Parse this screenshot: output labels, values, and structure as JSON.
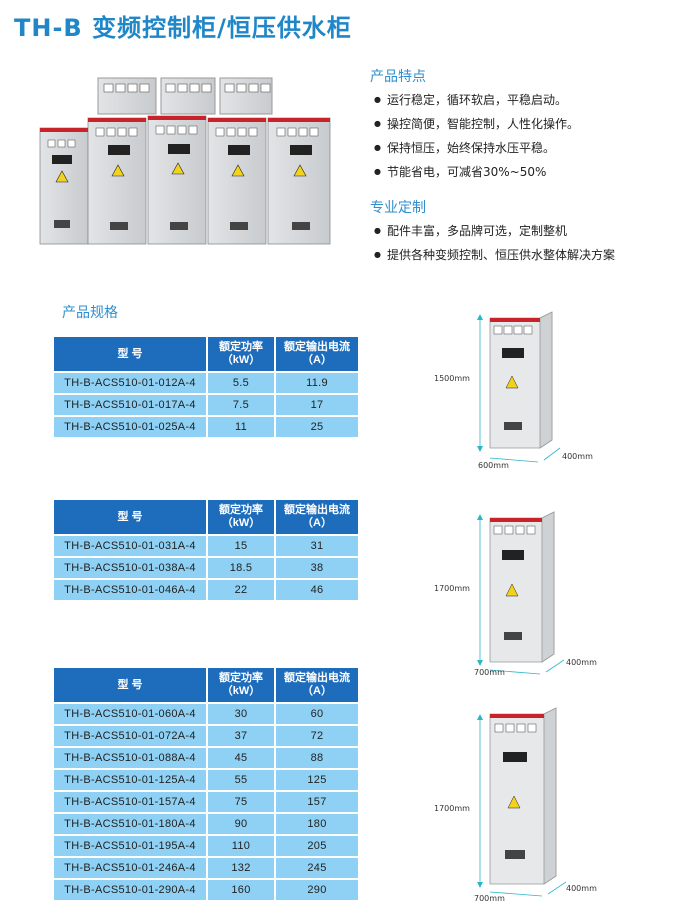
{
  "title": "TH-B  变频控制柜/恒压供水柜",
  "features": {
    "heading": "产品特点",
    "items": [
      "运行稳定，循环软启，平稳启动。",
      "操控简便，智能控制，人性化操作。",
      "保持恒压，始终保持水压平稳。",
      "节能省电，可减省30%~50%"
    ]
  },
  "custom": {
    "heading": "专业定制",
    "items": [
      "配件丰富，多品牌可选，定制整机",
      "提供各种变频控制、恒压供水整体解决方案"
    ]
  },
  "specs": {
    "heading": "产品规格",
    "col_model": "型  号",
    "col_power": [
      "额定功率",
      "（kW）"
    ],
    "col_current": [
      "额定输出电流",
      "（A）"
    ],
    "tables": [
      {
        "rows": [
          [
            "TH-B-ACS510-01-012A-4",
            "5.5",
            "11.9"
          ],
          [
            "TH-B-ACS510-01-017A-4",
            "7.5",
            "17"
          ],
          [
            "TH-B-ACS510-01-025A-4",
            "11",
            "25"
          ]
        ]
      },
      {
        "rows": [
          [
            "TH-B-ACS510-01-031A-4",
            "15",
            "31"
          ],
          [
            "TH-B-ACS510-01-038A-4",
            "18.5",
            "38"
          ],
          [
            "TH-B-ACS510-01-046A-4",
            "22",
            "46"
          ]
        ]
      },
      {
        "rows": [
          [
            "TH-B-ACS510-01-060A-4",
            "30",
            "60"
          ],
          [
            "TH-B-ACS510-01-072A-4",
            "37",
            "72"
          ],
          [
            "TH-B-ACS510-01-088A-4",
            "45",
            "88"
          ],
          [
            "TH-B-ACS510-01-125A-4",
            "55",
            "125"
          ],
          [
            "TH-B-ACS510-01-157A-4",
            "75",
            "157"
          ],
          [
            "TH-B-ACS510-01-180A-4",
            "90",
            "180"
          ],
          [
            "TH-B-ACS510-01-195A-4",
            "110",
            "205"
          ],
          [
            "TH-B-ACS510-01-246A-4",
            "132",
            "245"
          ],
          [
            "TH-B-ACS510-01-290A-4",
            "160",
            "290"
          ]
        ]
      }
    ]
  },
  "dimensions": [
    {
      "height": "1500mm",
      "width": "600mm",
      "depth": "400mm"
    },
    {
      "height": "1700mm",
      "width": "700mm",
      "depth": "400mm"
    },
    {
      "height": "1700mm",
      "width": "700mm",
      "depth": "400mm"
    }
  ],
  "colors": {
    "title": "#1f86c8",
    "section": "#2f8fcf",
    "table_header": "#1e6dbd",
    "table_cell": "#8fd1f4",
    "cabinet_red": "#c8232b"
  }
}
